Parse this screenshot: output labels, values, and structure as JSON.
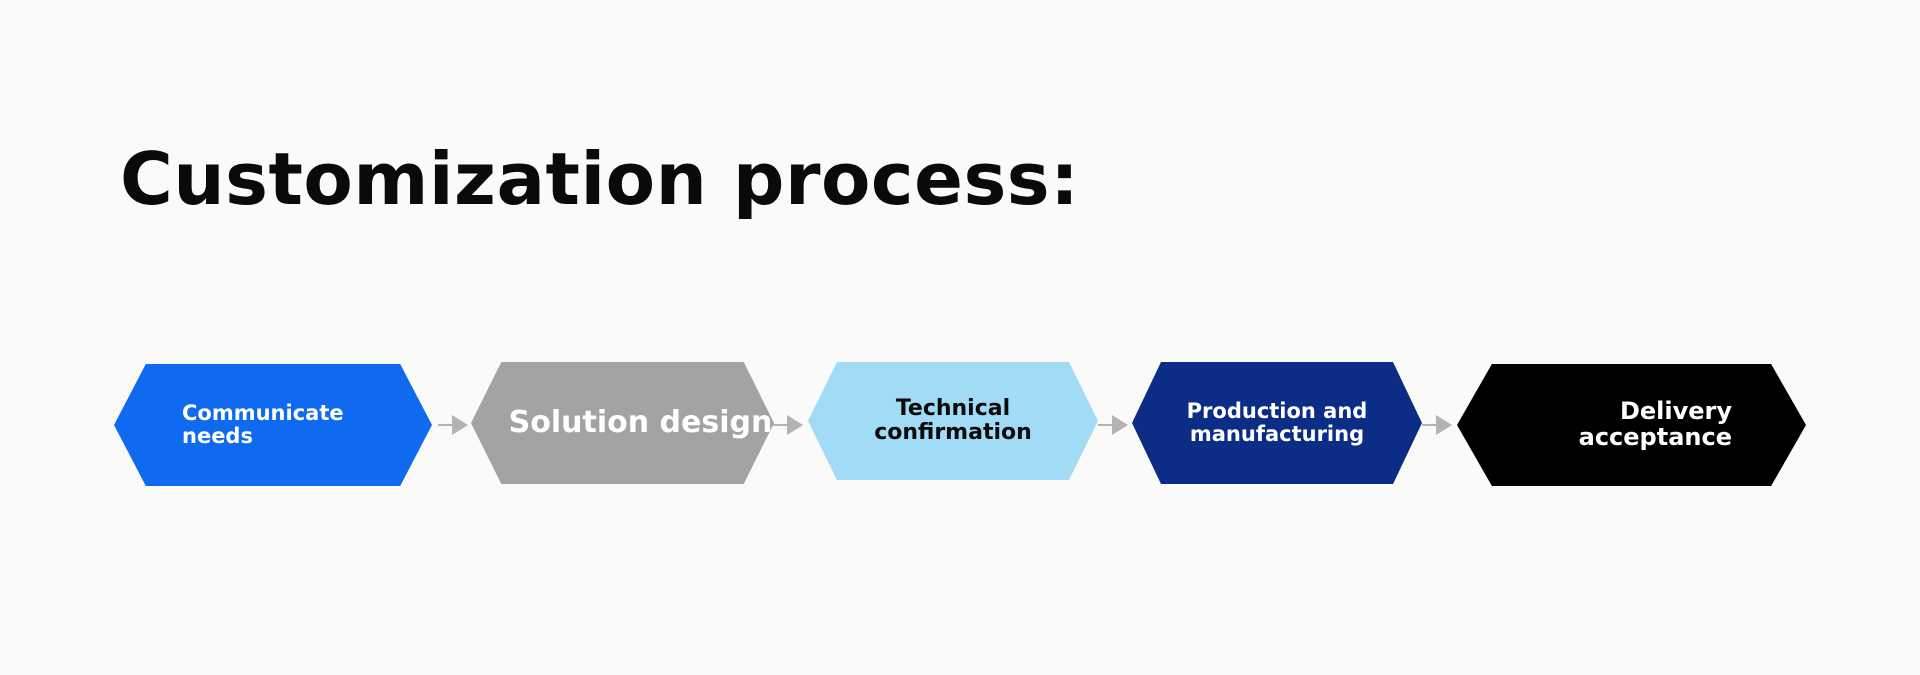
{
  "page": {
    "title": "Customization process:"
  },
  "process": {
    "steps": [
      {
        "label": "Communicate\nneeds",
        "color": "#0f6af0",
        "text_color": "#ffffff"
      },
      {
        "label": "Solution design",
        "color": "#a3a3a3",
        "text_color": "#ffffff"
      },
      {
        "label": "Technical\nconfirmation",
        "color": "#a2dbf6",
        "text_color": "#0a0a0a"
      },
      {
        "label": "Production and\nmanufacturing",
        "color": "#0b2d86",
        "text_color": "#ffffff"
      },
      {
        "label": "Delivery\nacceptance",
        "color": "#000000",
        "text_color": "#ffffff"
      }
    ],
    "connector_icon": "arrow-right-icon",
    "connector_color": "#b3b3b3"
  }
}
